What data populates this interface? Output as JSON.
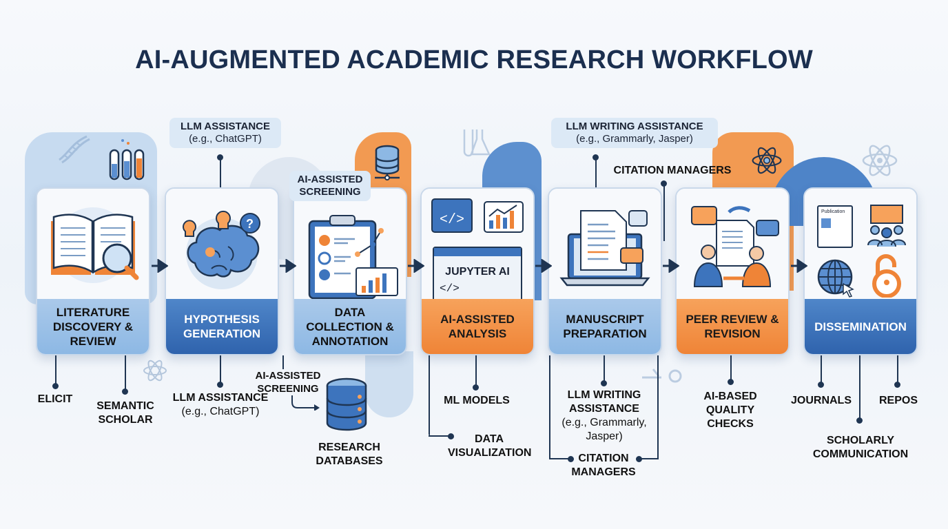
{
  "title": "AI-AUGMENTED ACADEMIC RESEARCH WORKFLOW",
  "stages": [
    {
      "label": "LITERATURE DISCOVERY & REVIEW",
      "icon": "book-magnifier-icon",
      "style": "lightblue"
    },
    {
      "label": "HYPOTHESIS GENERATION",
      "icon": "brain-lightbulb-icon",
      "style": "blue"
    },
    {
      "label": "DATA COLLECTION & ANNOTATION",
      "icon": "clipboard-chart-icon",
      "style": "lightblue"
    },
    {
      "label": "AI-ASSISTED ANALYSIS",
      "icon": "jupyter-window-icon",
      "style": "orange",
      "window_text": "JUPYTER AI"
    },
    {
      "label": "MANUSCRIPT PREPARATION",
      "icon": "laptop-document-icon",
      "style": "lightblue"
    },
    {
      "label": "PEER REVIEW & REVISION",
      "icon": "people-review-icon",
      "style": "orange"
    },
    {
      "label": "DISSEMINATION",
      "icon": "publication-globe-lock-icon",
      "style": "blue",
      "publication_text": "Publication"
    }
  ],
  "top_callouts": {
    "llm_assistance": {
      "title": "LLM ASSISTANCE",
      "sub": "(e.g., ChatGPT)"
    },
    "ai_screening": {
      "title": "AI-ASSISTED SCREENING"
    },
    "llm_writing": {
      "title": "LLM WRITING ASSISTANCE",
      "sub": "(e.g., Grammarly, Jasper)"
    },
    "citation_managers": {
      "title": "CITATION MANAGERS"
    }
  },
  "bottom_tools": {
    "elicit": "ELICIT",
    "semantic_scholar": "SEMANTIC SCHOLAR",
    "llm_assistance": {
      "title": "LLM ASSISTANCE",
      "sub": "(e.g., ChatGPT)"
    },
    "ai_screening": "AI-ASSISTED SCREENING",
    "research_databases": "RESEARCH DATABASES",
    "ml_models": "ML MODELS",
    "data_visualization": "DATA VISUALIZATION",
    "llm_writing": {
      "title": "LLM WRITING ASSISTANCE",
      "sub": "(e.g., Grammarly, Jasper)"
    },
    "citation_managers": "CITATION MANAGERS",
    "quality_checks": "AI-BASED QUALITY CHECKS",
    "journals": "JOURNALS",
    "repos": "REPOS",
    "scholarly_communication": "SCHOLARLY COMMUNICATION"
  },
  "colors": {
    "navy": "#1b2f4f",
    "blue": "#2f63ad",
    "light_blue": "#8db8e4",
    "orange": "#ef8437"
  }
}
